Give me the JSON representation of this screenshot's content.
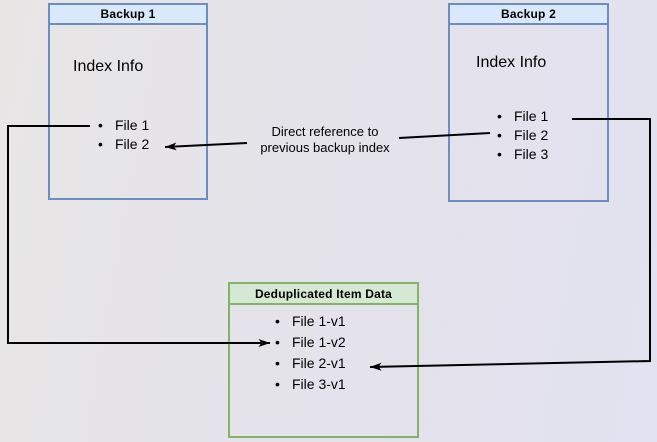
{
  "colors": {
    "blue_fill": "#dae8fc",
    "blue_stroke": "#6c8ebf",
    "green_fill": "#d5e8d4",
    "green_stroke": "#82b366",
    "line_color": "#000000",
    "text_color": "#000000",
    "bg_left": "#e8e6e5",
    "bg_right": "#e2e2f0"
  },
  "bullet_glyph": "•",
  "boxes": {
    "backup1": {
      "title": "Backup 1",
      "subtitle": "Index Info",
      "items": [
        "File 1",
        "File 2"
      ]
    },
    "backup2": {
      "title": "Backup 2",
      "subtitle": "Index Info",
      "items": [
        "File 1",
        "File 2",
        "File 3"
      ]
    },
    "dedup": {
      "title": "Deduplicated Item Data",
      "items": [
        "File 1-v1",
        "File 1-v2",
        "File 2-v1",
        "File 3-v1"
      ]
    }
  },
  "connectors": [
    {
      "from": "Backup 2 / File 2",
      "to": "Backup 1 / File 2",
      "label_line1": "Direct reference to",
      "label_line2": "previous backup index"
    },
    {
      "from": "Backup 1 / File 1",
      "to": "Deduplicated Item Data / File 1-v1",
      "label_line1": "",
      "label_line2": ""
    },
    {
      "from": "Backup 2 / File 1",
      "to": "Deduplicated Item Data / File 1-v2",
      "label_line1": "",
      "label_line2": ""
    }
  ]
}
